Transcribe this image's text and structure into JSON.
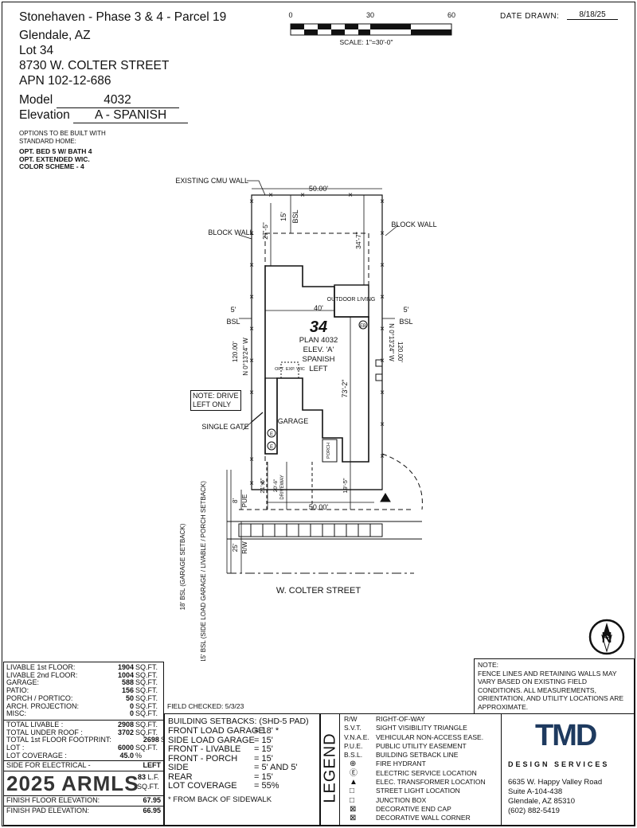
{
  "header": {
    "project": "Stonehaven - Phase 3 & 4 - Parcel 19",
    "city": "Glendale, AZ",
    "lot": "Lot  34",
    "address": "8730 W. COLTER STREET",
    "apn": "APN  102-12-686",
    "model_label": "Model",
    "model_value": "4032",
    "elevation_label": "Elevation",
    "elevation_value": "A - SPANISH",
    "options_title": "OPTIONS TO BE BUILT WITH STANDARD HOME:",
    "options": [
      "OPT. BED 5 W/ BATH 4",
      "OPT. EXTENDED WIC.",
      "COLOR SCHEME - 4"
    ]
  },
  "scale_bar": {
    "ticks": [
      "0",
      "30",
      "60"
    ],
    "label": "SCALE:  1\"=30'-0\""
  },
  "date_drawn": {
    "label": "DATE  DRAWN:",
    "value": "8/18/25"
  },
  "plot": {
    "existing_wall": "EXISTING CMU WALL",
    "block_wall_left": "BLOCK WALL",
    "block_wall_right": "BLOCK WALL",
    "top_width": "50.00'",
    "bottom_width": "50.00'",
    "rear_setback_15": "15'",
    "rear_bsl": "BSL",
    "rear_dim": "27'-5\"",
    "right_dim": "34'-7\"",
    "left_bsl_5": "5'",
    "left_bsl": "BSL",
    "right_bsl_5": "5'",
    "right_bsl": "BSL",
    "house_width": "40'",
    "outdoor_living": "OUTDOOR LIVING",
    "lot_number": "34",
    "plan_text": [
      "PLAN 4032",
      "ELEV. 'A'",
      "SPANISH",
      "LEFT"
    ],
    "opt_exp_wic": "OPT. EXP. WIC",
    "left_bearing": "N 0°13'24\" W",
    "left_length": "120.00'",
    "right_bearing": "N 0°13'24\" W",
    "right_length": "120.00'",
    "house_depth": "73'-2\"",
    "note_drive": "NOTE: DRIVE LEFT ONLY",
    "single_gate": "SINGLE GATE",
    "garage": "GARAGE",
    "porch": "PORCH",
    "dim_21_5": "21'-5\"",
    "dim_20_6": "20'-6\"",
    "driveway": "DRIVEWAY",
    "dim_19_5": "19'-5\"",
    "pue_8": "8'",
    "pue": "PUE",
    "rw_25": "25'",
    "rw": "R/W",
    "bsl_18": "18' BSL (GARAGE SETBACK)",
    "bsl_15": "15' BSL (SIDE LOAD GARAGE / LIVABLE / PORCH SETBACK)",
    "street": "W. COLTER STREET"
  },
  "note_box": {
    "title": "NOTE:",
    "text": "FENCE LINES AND RETAINING WALLS MAY VARY BASED ON EXISTING FIELD CONDITIONS.  ALL MEASUREMENTS, ORIENTATION, AND UTILITY LOCATIONS ARE APPROXIMATE."
  },
  "north_arrow": "N",
  "stats": {
    "group1": [
      {
        "label": "LIVABLE 1st FLOOR:",
        "value": "1904",
        "unit": "SQ.FT."
      },
      {
        "label": "LIVABLE 2nd FLOOR:",
        "value": "1004",
        "unit": "SQ.FT."
      },
      {
        "label": "GARAGE:",
        "value": "588",
        "unit": "SQ.FT."
      },
      {
        "label": "PATIO:",
        "value": "156",
        "unit": "SQ.FT."
      },
      {
        "label": "PORCH / PORTICO:",
        "value": "50",
        "unit": "SQ.FT."
      },
      {
        "label": "ARCH. PROJECTION:",
        "value": "0",
        "unit": "SQ.FT."
      },
      {
        "label": "MISC:",
        "value": "0",
        "unit": "SQ.FT."
      }
    ],
    "group2": [
      {
        "label": "TOTAL LIVABLE :",
        "value": "2908",
        "unit": "SQ.FT."
      },
      {
        "label": "TOTAL UNDER ROOF :",
        "value": "3702",
        "unit": "SQ.FT."
      },
      {
        "label": "TOTAL 1st FLOOR FOOTPRINT:",
        "value": "2698",
        "unit": "SQ.FT."
      },
      {
        "label": "LOT :",
        "value": "6000",
        "unit": "SQ.FT."
      },
      {
        "label": "LOT COVERAGE :",
        "value": "45.0",
        "unit": "%"
      }
    ],
    "electrical_label": "SIDE FOR ELECTRICAL -",
    "electrical_value": "LEFT",
    "length_value": "83",
    "length_unit": "L.F.",
    "area_unit": "SQ.FT.",
    "watermark": "2025 ARMLS",
    "finish_floor_label": "FINISH FLOOR ELEVATION:",
    "finish_floor_value": "67.95",
    "finish_pad_label": "FINISH PAD ELEVATION:",
    "finish_pad_value": "66.95"
  },
  "field_checked": "FIELD CHECKED: 5/3/23",
  "setbacks": {
    "title": "BUILDING SETBACKS: (SHD-5 PAD)",
    "rows": [
      {
        "label": "FRONT LOAD GARAGE",
        "value": "= 18' *"
      },
      {
        "label": "SIDE LOAD GARAGE",
        "value": "= 15'"
      },
      {
        "label": "FRONT - LIVABLE",
        "value": "= 15'"
      },
      {
        "label": "FRONT - PORCH",
        "value": "= 15'"
      },
      {
        "label": "SIDE",
        "value": "= 5' AND 5'"
      },
      {
        "label": "REAR",
        "value": "= 15'"
      },
      {
        "label": "LOT COVERAGE",
        "value": "= 55%"
      }
    ],
    "footnote": "* FROM BACK OF SIDEWALK"
  },
  "legend": {
    "title": "LEGEND",
    "abbrevs": [
      {
        "key": "R/W",
        "text": "RIGHT-OF-WAY"
      },
      {
        "key": "S.V.T.",
        "text": "SIGHT VISIBILITY TRIANGLE"
      },
      {
        "key": "V.N.A.E.",
        "text": "VEHICULAR NON-ACCESS EASE."
      },
      {
        "key": "P.U.E.",
        "text": "PUBLIC UTILITY EASEMENT"
      },
      {
        "key": "B.S.L.",
        "text": "BUILDING SETBACK LINE"
      }
    ],
    "symbols": [
      {
        "icon": "fire-hydrant-icon",
        "text": "FIRE HYDRANT"
      },
      {
        "icon": "electric-service-icon",
        "text": "ELECTRIC SERVICE LOCATION"
      },
      {
        "icon": "transformer-icon",
        "text": "ELEC. TRANSFORMER LOCATION"
      },
      {
        "icon": "street-light-icon",
        "text": "STREET LIGHT LOCATION"
      },
      {
        "icon": "junction-box-icon",
        "text": "JUNCTION BOX"
      },
      {
        "icon": "end-cap-icon",
        "text": "DECORATIVE END CAP"
      },
      {
        "icon": "wall-corner-icon",
        "text": "DECORATIVE WALL CORNER"
      }
    ]
  },
  "company": {
    "logo": "TMD",
    "sub": "DESIGN SERVICES",
    "address": [
      "6635 W. Happy Valley Road",
      "Suite A-104-438",
      "Glendale, AZ 85310",
      "(602) 882-5419"
    ]
  }
}
